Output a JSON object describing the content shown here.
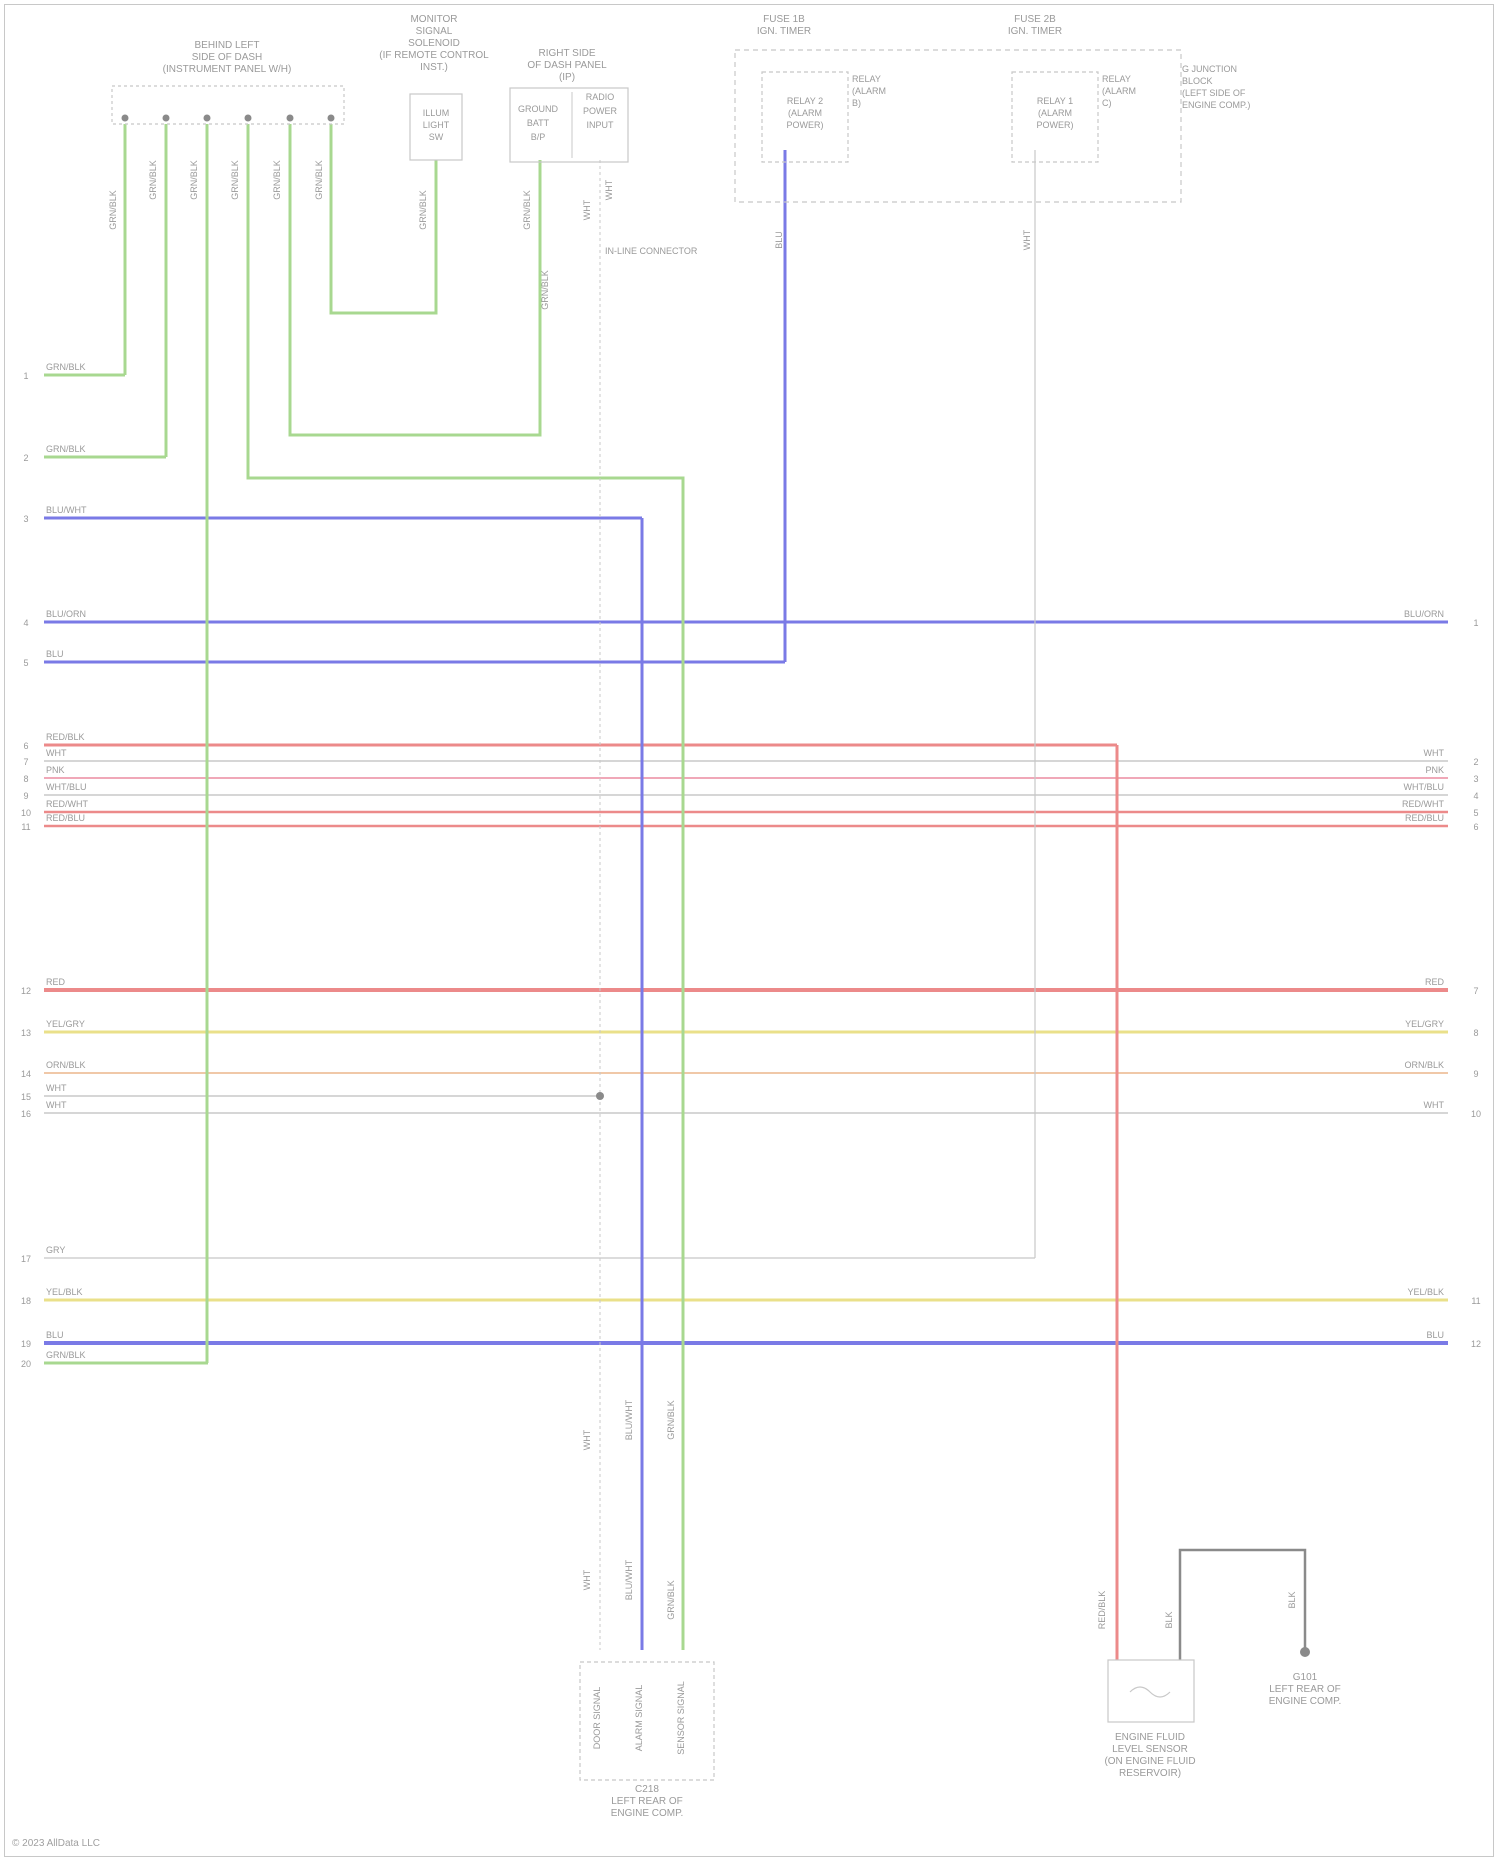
{
  "diagram": {
    "footer": "© 2023 AllData LLC",
    "components": {
      "top_left_connector": {
        "title_lines": [
          "BEHIND LEFT",
          "SIDE OF DASH",
          "(INSTRUMENT PANEL W/H)"
        ]
      },
      "mirror_switch": {
        "title_lines": [
          "MONITOR",
          "SIGNAL",
          "SOLENOID",
          "(IF REMOTE CONTROL",
          "INST.)"
        ],
        "pins": [
          "ILLUM",
          "LIGHT",
          "SW"
        ]
      },
      "center_fuse_box": {
        "title_lines": [
          "RIGHT SIDE",
          "OF DASH PANEL",
          "(IP)"
        ],
        "pins_left": [
          "GROUND",
          "BATT",
          "B/P"
        ],
        "pins_right": [
          "RADIO",
          "POWER",
          "INPUT"
        ]
      },
      "relay_a": {
        "title_lines": [
          "FUSE 1B",
          "IGN. TIMER"
        ],
        "box_lines": [
          "RELAY 2",
          "(ALARM",
          "POWER)"
        ],
        "side_lines": [
          "RELAY",
          "(ALARM",
          "B)"
        ]
      },
      "relay_b": {
        "title_lines": [
          "FUSE 2B",
          "IGN. TIMER"
        ],
        "box_lines": [
          "RELAY 1",
          "(ALARM",
          "POWER)"
        ],
        "side_lines": [
          "RELAY",
          "(ALARM",
          "C)"
        ]
      },
      "junction_box": {
        "label_lines": [
          "G JUNCTION",
          "BLOCK",
          "(LEFT SIDE OF",
          "ENGINE COMP.)"
        ]
      },
      "splice_note": "IN-LINE CONNECTOR",
      "bottom_module": {
        "title_lines": [
          "C218",
          "LEFT REAR OF",
          "ENGINE COMP."
        ],
        "pin_labels": [
          "DOOR SIGNAL",
          "ALARM SIGNAL",
          "SENSOR SIGNAL"
        ]
      },
      "sensor": {
        "title_lines": [
          "ENGINE FLUID",
          "LEVEL SENSOR",
          "(ON ENGINE FLUID",
          "RESERVOIR)"
        ]
      },
      "ground": {
        "title_lines": [
          "G101",
          "LEFT REAR OF",
          "ENGINE COMP."
        ]
      }
    },
    "wire_labels_vertical": [
      "GRN/BLK",
      "GRN/BLK",
      "GRN/BLK",
      "GRN/BLK",
      "GRN/BLK",
      "GRN/BLK",
      "GRN/BLK",
      "GRN/BLK",
      "GRN/BLK",
      "WHT",
      "WHT",
      "BLU",
      "WHT"
    ],
    "left_pins": [
      "1",
      "2",
      "3",
      "4",
      "5",
      "6",
      "7",
      "8",
      "9",
      "10",
      "11",
      "12",
      "13",
      "14",
      "15",
      "16",
      "17",
      "18",
      "19",
      "20"
    ],
    "right_pins": [
      "1",
      "2",
      "3",
      "4",
      "5",
      "6",
      "7",
      "8",
      "9",
      "10",
      "11",
      "12"
    ],
    "horizontal_wires": [
      {
        "left": "GRN/BLK",
        "right": ""
      },
      {
        "left": "GRN/BLK",
        "right": ""
      },
      {
        "left": "BLU/WHT",
        "right": ""
      },
      {
        "left": "BLU/ORN",
        "right": "BLU/ORN"
      },
      {
        "left": "BLU",
        "right": ""
      },
      {
        "left": "RED/BLK",
        "right": ""
      },
      {
        "left": "WHT",
        "right": "WHT"
      },
      {
        "left": "PNK",
        "right": "PNK"
      },
      {
        "left": "WHT/BLU",
        "right": "WHT/BLU"
      },
      {
        "left": "RED/WHT",
        "right": "RED/WHT"
      },
      {
        "left": "RED/BLU",
        "right": "RED/BLU"
      },
      {
        "left": "RED",
        "right": "RED"
      },
      {
        "left": "YEL/GRY",
        "right": "YEL/GRY"
      },
      {
        "left": "ORN/BLK",
        "right": "ORN/BLK"
      },
      {
        "left": "WHT",
        "right": ""
      },
      {
        "left": "WHT",
        "right": "WHT"
      },
      {
        "left": "GRY",
        "right": ""
      },
      {
        "left": "YEL/BLK",
        "right": "YEL/BLK"
      },
      {
        "left": "BLU",
        "right": "BLU"
      },
      {
        "left": "GRN/BLK",
        "right": ""
      }
    ],
    "bottom_wire_labels": [
      "WHT",
      "BLU/WHT",
      "GRN/BLK",
      "WHT",
      "BLU/WHT",
      "GRN/BLK",
      "RED/BLK",
      "BLK",
      "BLK"
    ],
    "colors": {
      "green": "#a8d890",
      "blue": "#7a7ae6",
      "red": "#ec8a8a",
      "pink": "#f0a8b8",
      "yellow": "#eae08a",
      "orange": "#f0c8a8",
      "gray": "#c8c8c8",
      "dark": "#8a8a8a",
      "text": "#9a9a9a"
    }
  }
}
